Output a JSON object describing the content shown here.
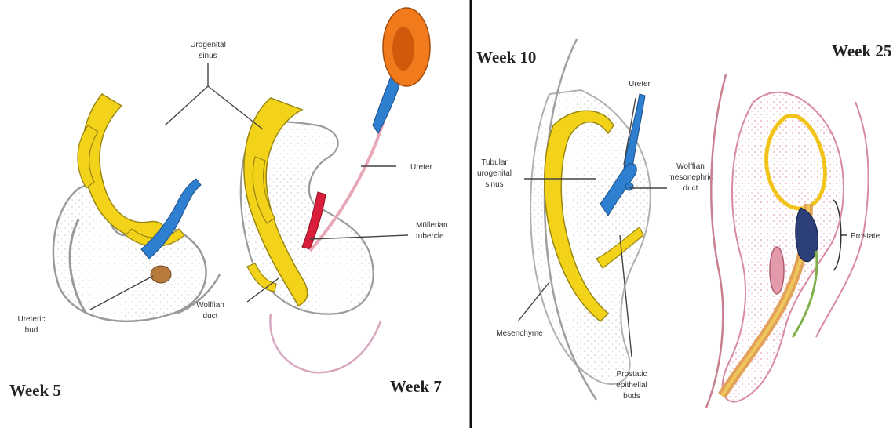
{
  "panels": [
    {
      "week": "Week 5"
    },
    {
      "week": "Week 7"
    },
    {
      "week": "Week 10"
    },
    {
      "week": "Week 25"
    }
  ],
  "labels": {
    "urogenital_sinus_l1": "Urogenital",
    "urogenital_sinus_l2": "sinus",
    "ureter_w7": "Ureter",
    "mullerian_tubercle_l1": "Müllerian",
    "mullerian_tubercle_l2": "tubercle",
    "wolffian_duct_l1": "Wolffian",
    "wolffian_duct_l2": "duct",
    "ureteric_bud_l1": "Ureteric",
    "ureteric_bud_l2": "bud",
    "ureter_w10": "Ureter",
    "tubular_sinus_l1": "Tubular",
    "tubular_sinus_l2": "urogenital",
    "tubular_sinus_l3": "sinus",
    "wolffian_meso_l1": "Wolffian",
    "wolffian_meso_l2": "mesonephric",
    "wolffian_meso_l3": "duct",
    "mesenchyme": "Mesenchyme",
    "prostatic_buds_l1": "Prostatic",
    "prostatic_buds_l2": "epithelial",
    "prostatic_buds_l3": "buds",
    "prostate": "Prostate"
  },
  "colors": {
    "yellow": "#f2d31a",
    "yellow_edge": "#9a8612",
    "blue": "#2f7fd1",
    "red": "#d81e3a",
    "orange": "#f07a1c",
    "brown": "#b87a3a",
    "pink": "#e8a8b8",
    "gray_outline": "#9a9a9a",
    "divider": "#111111"
  }
}
